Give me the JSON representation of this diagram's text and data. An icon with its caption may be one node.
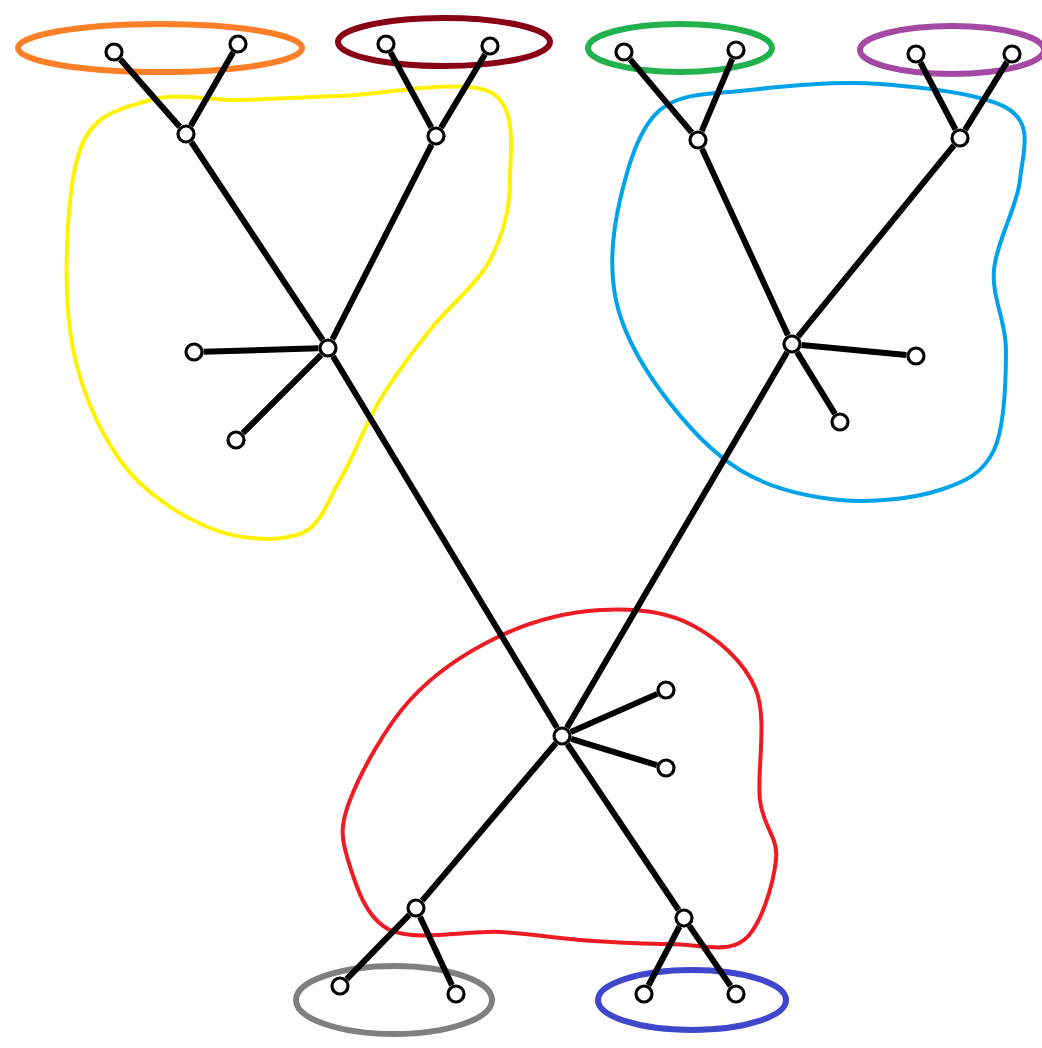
{
  "diagram": {
    "nodes": [
      {
        "text": [],
        "shape": "circle"
      },
      {
        "text": [],
        "shape": "circle"
      },
      {
        "text": [],
        "shape": "circle"
      },
      {
        "text": [],
        "shape": "circle"
      },
      {
        "text": [],
        "shape": "circle"
      },
      {
        "text": [],
        "shape": "circle"
      },
      {
        "text": [],
        "shape": "circle"
      },
      {
        "text": [],
        "shape": "circle"
      },
      {
        "text": [],
        "shape": "circle"
      },
      {
        "text": [],
        "shape": "circle"
      },
      {
        "text": [],
        "shape": "circle"
      },
      {
        "text": [],
        "shape": "circle"
      },
      {
        "text": [],
        "shape": "circle"
      },
      {
        "text": [],
        "shape": "circle"
      },
      {
        "text": [],
        "shape": "circle"
      },
      {
        "text": [],
        "shape": "circle"
      },
      {
        "text": [],
        "shape": "circle"
      },
      {
        "text": [],
        "shape": "circle"
      },
      {
        "text": [],
        "shape": "circle"
      },
      {
        "text": [],
        "shape": "circle"
      },
      {
        "text": [],
        "shape": "circle"
      },
      {
        "text": [],
        "shape": "circle"
      },
      {
        "text": [],
        "shape": "circle"
      },
      {
        "text": [],
        "shape": "circle"
      },
      {
        "text": [],
        "shape": "circle"
      },
      {
        "text": [],
        "shape": "circle"
      },
      {
        "text": [],
        "shape": "circle"
      }
    ],
    "edges": [
      {
        "from": 8,
        "to": 0,
        "arrow": "none"
      },
      {
        "from": 8,
        "to": 1,
        "arrow": "none"
      },
      {
        "from": 9,
        "to": 2,
        "arrow": "none"
      },
      {
        "from": 9,
        "to": 3,
        "arrow": "none"
      },
      {
        "from": 10,
        "to": 4,
        "arrow": "none"
      },
      {
        "from": 10,
        "to": 5,
        "arrow": "none"
      },
      {
        "from": 11,
        "to": 6,
        "arrow": "none"
      },
      {
        "from": 11,
        "to": 7,
        "arrow": "none"
      },
      {
        "from": 13,
        "to": 8,
        "arrow": "none"
      },
      {
        "from": 13,
        "to": 9,
        "arrow": "none"
      },
      {
        "from": 13,
        "to": 12,
        "arrow": "none"
      },
      {
        "from": 13,
        "to": 16,
        "arrow": "none"
      },
      {
        "from": 14,
        "to": 10,
        "arrow": "none"
      },
      {
        "from": 14,
        "to": 11,
        "arrow": "none"
      },
      {
        "from": 14,
        "to": 15,
        "arrow": "none"
      },
      {
        "from": 14,
        "to": 17,
        "arrow": "none"
      },
      {
        "from": 19,
        "to": 13,
        "arrow": "none"
      },
      {
        "from": 19,
        "to": 14,
        "arrow": "none"
      },
      {
        "from": 19,
        "to": 18,
        "arrow": "none"
      },
      {
        "from": 19,
        "to": 20,
        "arrow": "none"
      },
      {
        "from": 19,
        "to": 21,
        "arrow": "none"
      },
      {
        "from": 19,
        "to": 22,
        "arrow": "none"
      },
      {
        "from": 21,
        "to": 23,
        "arrow": "none"
      },
      {
        "from": 21,
        "to": 24,
        "arrow": "none"
      },
      {
        "from": 22,
        "to": 25,
        "arrow": "none"
      },
      {
        "from": 22,
        "to": 26,
        "arrow": "none"
      }
    ]
  }
}
